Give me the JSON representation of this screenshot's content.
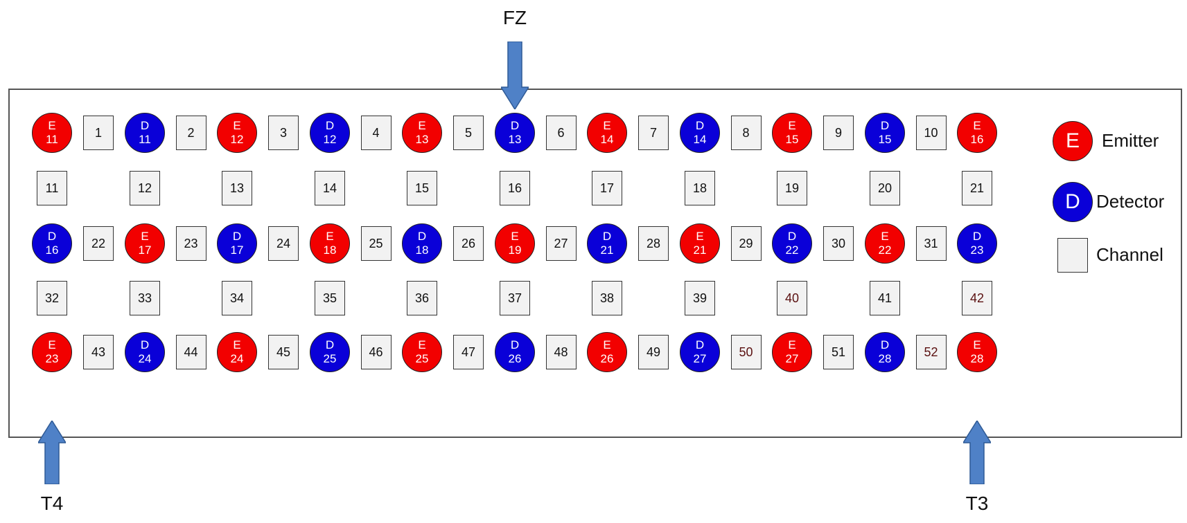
{
  "colors": {
    "emitter": "#f20000",
    "detector": "#0a00d8",
    "channel": "#f2f2f2",
    "arrow": "#4f81c7"
  },
  "markers": [
    {
      "label": "FZ",
      "direction": "down"
    },
    {
      "label": "T4",
      "direction": "up"
    },
    {
      "label": "T3",
      "direction": "up"
    }
  ],
  "optode_rows": [
    [
      {
        "type": "E",
        "number": "11"
      },
      {
        "type": "D",
        "number": "11"
      },
      {
        "type": "E",
        "number": "12"
      },
      {
        "type": "D",
        "number": "12"
      },
      {
        "type": "E",
        "number": "13"
      },
      {
        "type": "D",
        "number": "13"
      },
      {
        "type": "E",
        "number": "14"
      },
      {
        "type": "D",
        "number": "14"
      },
      {
        "type": "E",
        "number": "15"
      },
      {
        "type": "D",
        "number": "15"
      },
      {
        "type": "E",
        "number": "16"
      }
    ],
    [
      {
        "type": "D",
        "number": "16"
      },
      {
        "type": "E",
        "number": "17"
      },
      {
        "type": "D",
        "number": "17"
      },
      {
        "type": "E",
        "number": "18"
      },
      {
        "type": "D",
        "number": "18"
      },
      {
        "type": "E",
        "number": "19"
      },
      {
        "type": "D",
        "number": "21"
      },
      {
        "type": "E",
        "number": "21"
      },
      {
        "type": "D",
        "number": "22"
      },
      {
        "type": "E",
        "number": "22"
      },
      {
        "type": "D",
        "number": "23"
      }
    ],
    [
      {
        "type": "E",
        "number": "23"
      },
      {
        "type": "D",
        "number": "24"
      },
      {
        "type": "E",
        "number": "24"
      },
      {
        "type": "D",
        "number": "25"
      },
      {
        "type": "E",
        "number": "25"
      },
      {
        "type": "D",
        "number": "26"
      },
      {
        "type": "E",
        "number": "26"
      },
      {
        "type": "D",
        "number": "27"
      },
      {
        "type": "E",
        "number": "27"
      },
      {
        "type": "D",
        "number": "28"
      },
      {
        "type": "E",
        "number": "28"
      }
    ]
  ],
  "channel_rows_between": [
    [
      "1",
      "2",
      "3",
      "4",
      "5",
      "6",
      "7",
      "8",
      "9",
      "10"
    ],
    [
      "22",
      "23",
      "24",
      "25",
      "26",
      "27",
      "28",
      "29",
      "30",
      "31"
    ],
    [
      "43",
      "44",
      "45",
      "46",
      "47",
      "48",
      "49",
      "50",
      "51",
      "52"
    ]
  ],
  "channel_rows_vertical": [
    [
      "11",
      "12",
      "13",
      "14",
      "15",
      "16",
      "17",
      "18",
      "19",
      "20",
      "21"
    ],
    [
      "32",
      "33",
      "34",
      "35",
      "36",
      "37",
      "38",
      "39",
      "40",
      "41",
      "42"
    ]
  ],
  "dark_channels": [
    "40",
    "42",
    "50",
    "52"
  ],
  "legend": [
    {
      "symbol": "circle",
      "glyph": "E",
      "color_key": "emitter",
      "label": "Emitter"
    },
    {
      "symbol": "circle",
      "glyph": "D",
      "color_key": "detector",
      "label": "Detector"
    },
    {
      "symbol": "square",
      "glyph": "",
      "color_key": "channel",
      "label": "Channel"
    }
  ]
}
